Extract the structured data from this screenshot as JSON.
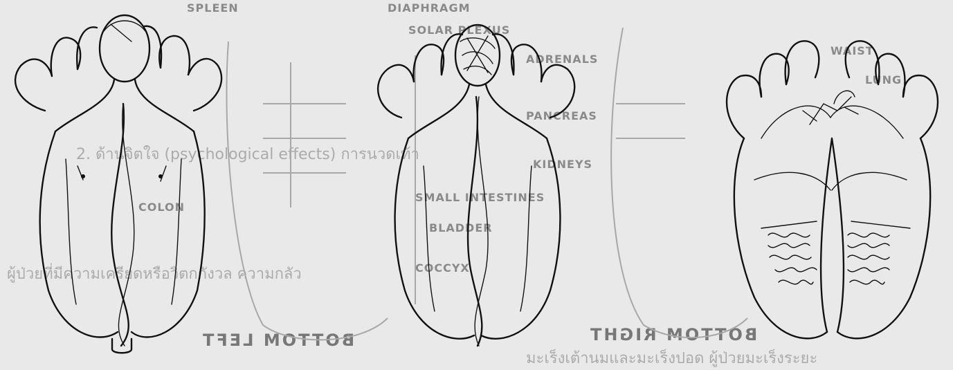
{
  "ghost_labels": {
    "spleen": "SPLEEN",
    "diaphragm": "DIAPHRAGM",
    "solar_plexus": "SOLAR PLEXUS",
    "adrenals": "ADRENALS",
    "pancreas": "PANCREAS",
    "kidneys": "KIDNEYS",
    "small_intestines": "SMALL INTESTINES",
    "bladder": "BLADDER",
    "coccyx": "COCCYX",
    "colon": "COLON",
    "waist": "WAIST",
    "lung": "LUNG"
  },
  "bottom_labels": {
    "bottom_left": "BOTTOM LEFT",
    "bottom_right": "BOTTOM RIGHT"
  },
  "thai_text": {
    "line1": "2. ด้านจิตใจ (psychological effects) การนวดเท้า",
    "line2": "ผู้ป่วยที่มีความเครียดหรือวิตกกังวล ความกลัว",
    "line3": "มะเร็งเต้านมและมะเร็งปอด ผู้ป่วยมะเร็งระยะ"
  },
  "colors": {
    "ink": "#111111",
    "paper": "#e9e9e9",
    "ghost": "#8a8a8a"
  }
}
